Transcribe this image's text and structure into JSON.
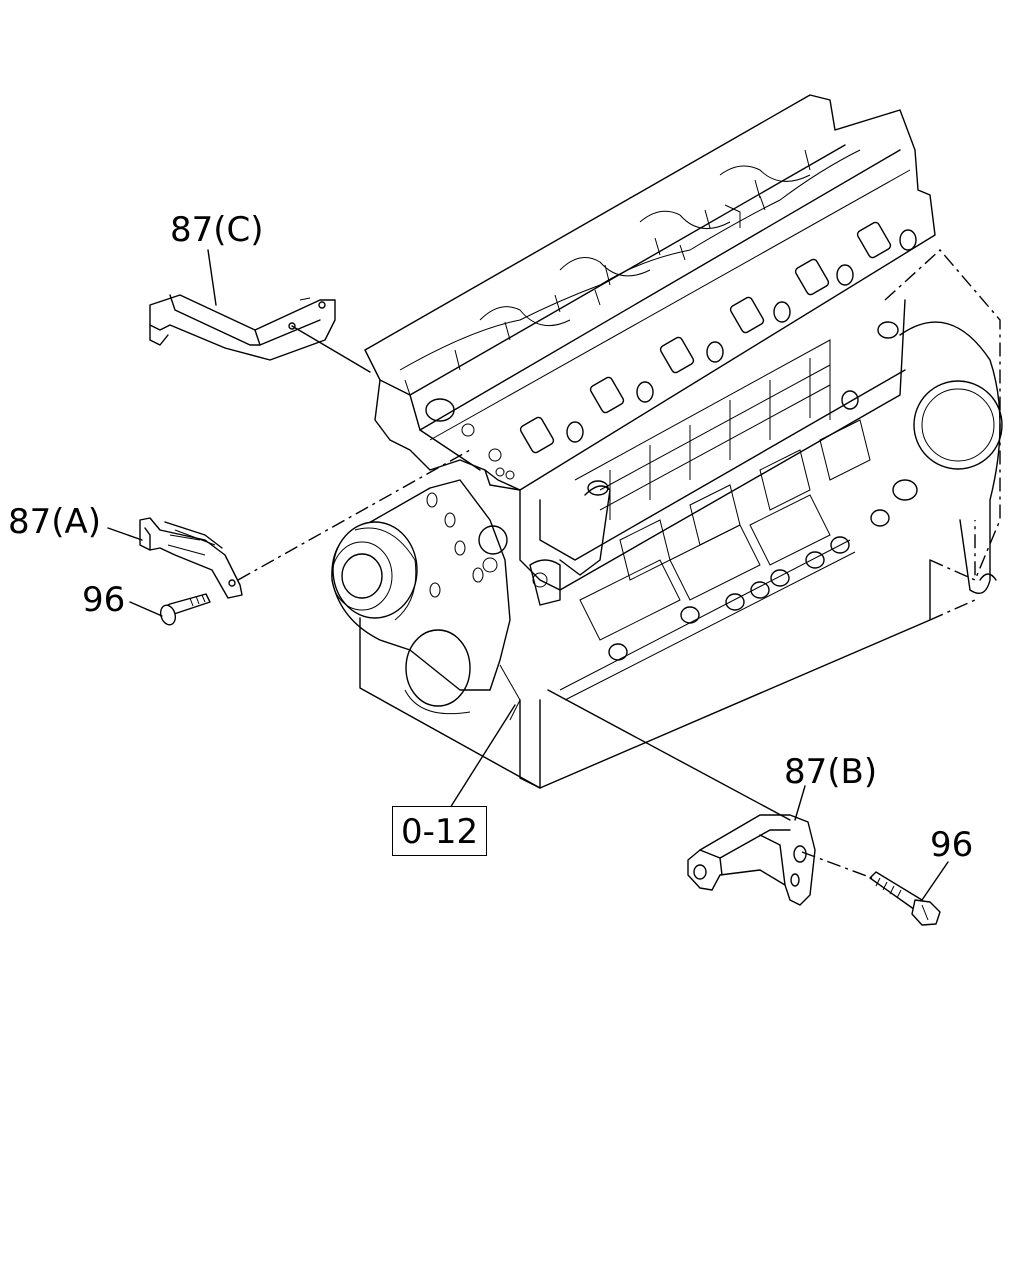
{
  "diagram": {
    "callouts": {
      "bracket_c": "87(C)",
      "bracket_a": "87(A)",
      "bolt_a": "96",
      "bracket_b": "87(B)",
      "bolt_b": "96",
      "reference": "0-12"
    }
  }
}
